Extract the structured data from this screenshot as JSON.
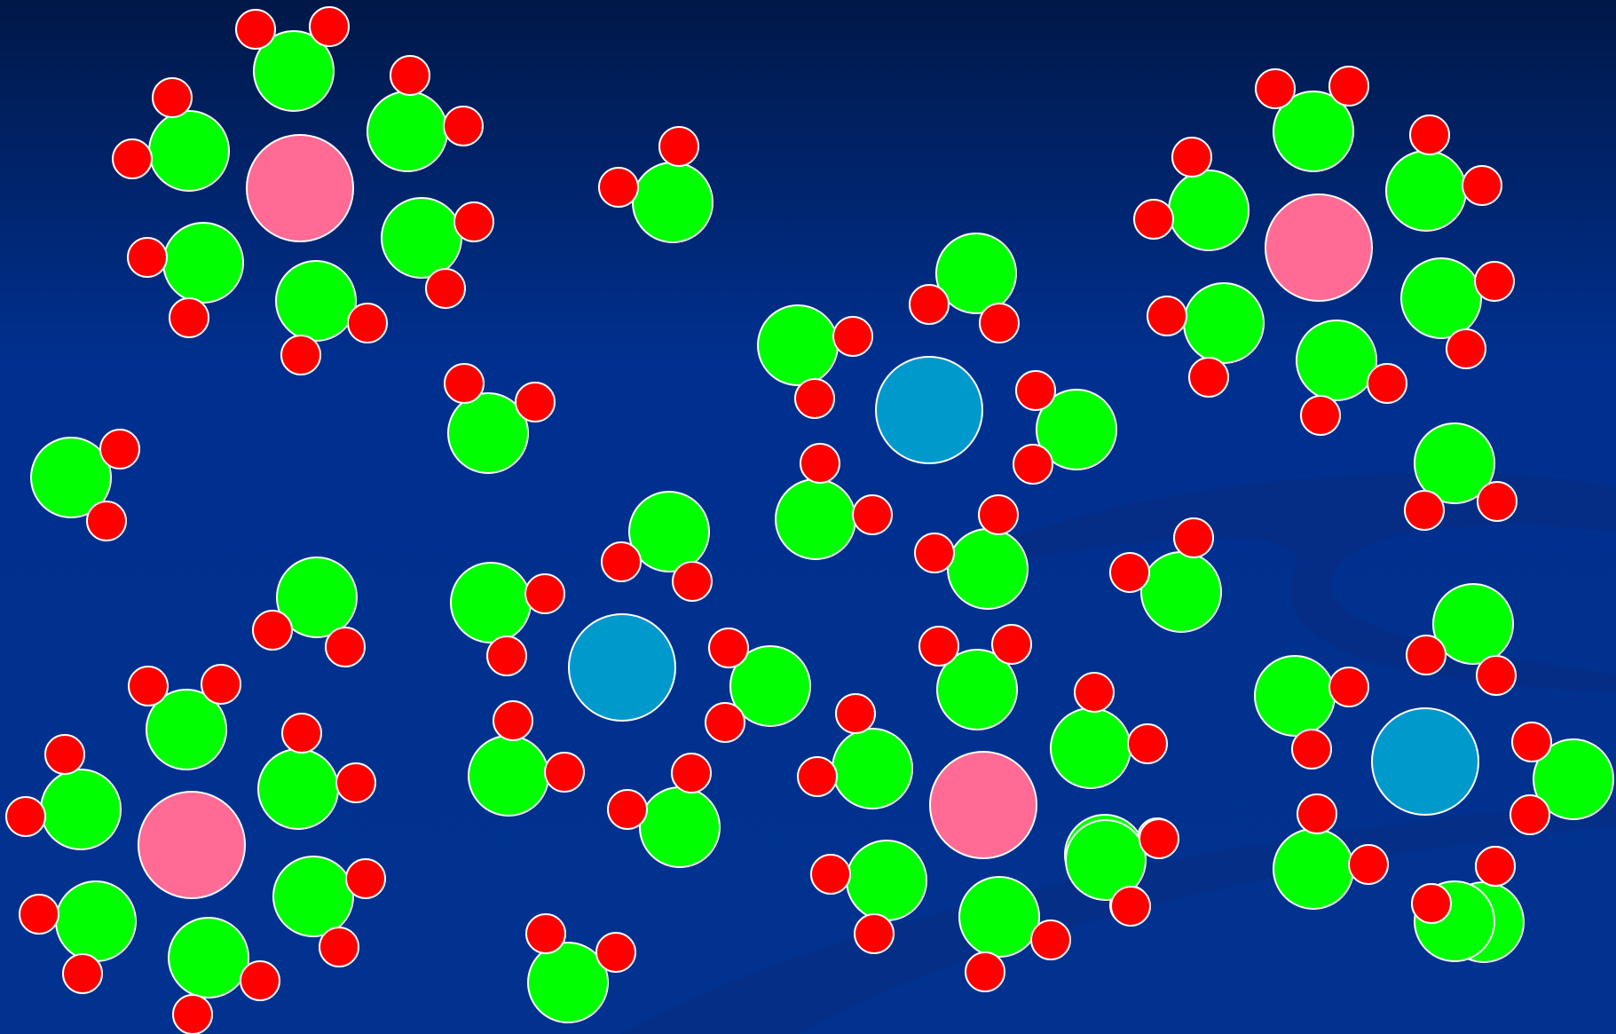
{
  "colors": {
    "background_top": "#001848",
    "background_mid": "#00308f",
    "background_bottom": "#01328f",
    "cation_ion": "#ff6b95",
    "anion_ion": "#0099cc",
    "water_oxygen": "#00ff00",
    "water_hydrogen": "#ff0000",
    "atom_outline": "#ffffff"
  },
  "legend": {
    "cations": 4,
    "anions": 3,
    "free_water_molecules": 9
  }
}
